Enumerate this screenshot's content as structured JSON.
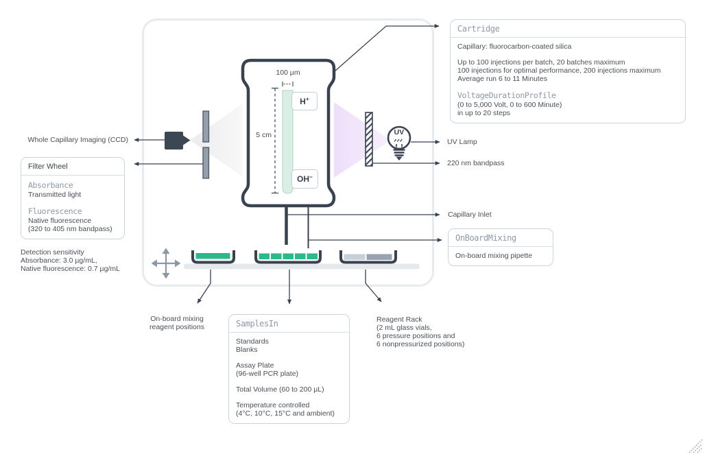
{
  "colors": {
    "outline": "#39424e",
    "accent_green": "#2cb98a",
    "panel_border": "#ccd5de",
    "mono_title": "#8d99aa",
    "purple_beam": "#eedefa",
    "gray_segment_light": "#c9d0d8",
    "gray_segment_dark": "#99a3af",
    "stage_bar": "#e6e9ec"
  },
  "panels": {
    "cartridge": {
      "title": "Cartridge",
      "capillary": "Capillary: fluorocarbon-coated silica",
      "injections": "Up to 100 injections per batch, 20 batches maximum\n100 injections for optimal performance, 200 injections maximum\nAverage run 6 to 11 Minutes",
      "voltage_title": "VoltageDurationProfile",
      "voltage_details": "(0 to 5,000 Volt, 0 to 600 Minute)\nin up to 20 steps"
    },
    "filter_wheel": {
      "title": "Filter Wheel",
      "absorbance_title": "Absorbance",
      "absorbance_text": "Transmitted light",
      "fluorescence_title": "Fluorescence",
      "fluorescence_text": "Native fluorescence\n(320 to 405 nm bandpass)"
    },
    "onboard_mixing": {
      "title": "OnBoardMixing",
      "body": "On-board mixing pipette"
    },
    "samples_in": {
      "title": "SamplesIn",
      "block1": "Standards\nBlanks",
      "block2": "Assay Plate\n(96-well PCR plate)",
      "block3": "Total Volume (60 to 200 µL)",
      "block4": "Temperature controlled\n(4°C, 10°C, 15°C and ambient)"
    }
  },
  "labels": {
    "ccd": "Whole Capillary Imaging (CCD)",
    "detection": "Detection sensitivity\nAbsorbance: 3.0 µg/mL,\nNative fluorescence: 0.7 µg/mL",
    "uv_lamp": "UV Lamp",
    "bandpass": "220 nm bandpass",
    "capillary_inlet": "Capillary Inlet",
    "onboard_positions": "On-board mixing\nreagent positions",
    "reagent_rack": "Reagent Rack\n(2 mL glass vials,\n6 pressure positions and\n6 nonpressurized positions)"
  },
  "diagram": {
    "capillary_width": "100 µm",
    "capillary_length": "5 cm",
    "uv": "UV",
    "h_plus": {
      "base": "H",
      "sup": "+"
    },
    "oh_minus": {
      "base": "OH",
      "sup": "−"
    }
  }
}
